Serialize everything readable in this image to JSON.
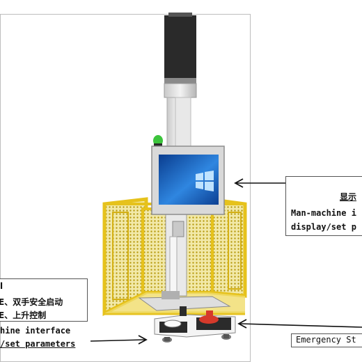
{
  "right_callout": {
    "line1": "显示",
    "line2": "Man-machine i",
    "line3": "display/set p"
  },
  "left_callout": {
    "line1": "l",
    "line2": "E、双手安全启动",
    "line3": "E、上升控制",
    "line4": "hine interface",
    "line5": "/set parameters"
  },
  "estop_callout": {
    "label": "Emergency St"
  },
  "colors": {
    "cage": "#e6c21c",
    "frame": "#cfcfcf",
    "motor": "#2a2a2a",
    "screen": "#1e6fc4",
    "stop_button": "#d63a2b",
    "lamp": "#3cc43c"
  }
}
